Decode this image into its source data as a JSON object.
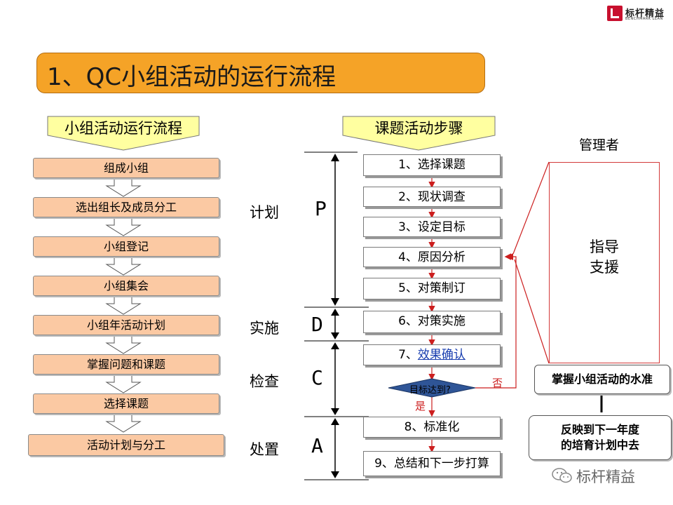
{
  "logo": {
    "name": "标杆精益",
    "sub": "BENCHMARK LEAN",
    "icon": "benchmark-logo-icon",
    "brand_color": "#c8102e"
  },
  "title": "1、QC小组活动的运行流程",
  "left_header": "小组活动运行流程",
  "right_header": "课题活动步骤",
  "left_flow": [
    "组成小组",
    "选出组长及成员分工",
    "小组登记",
    "小组集会",
    "小组年活动计划",
    "掌握问题和课题",
    "选择课题",
    "活动计划与分工"
  ],
  "steps": {
    "s1": "1、选择课题",
    "s2": "2、现状调查",
    "s3": "3、设定目标",
    "s4": "4、原因分析",
    "s5": "5、对策制订",
    "s6": "6、对策实施",
    "s7_prefix": "7、",
    "s7_link": "效果确认",
    "s8": "8、标准化",
    "s9": "9、总结和下一步打算"
  },
  "decision": {
    "label": "目标达到?",
    "yes": "是",
    "no": "否"
  },
  "phases": [
    {
      "label": "计划",
      "letter": "P"
    },
    {
      "label": "实施",
      "letter": "D"
    },
    {
      "label": "检查",
      "letter": "C"
    },
    {
      "label": "处置",
      "letter": "A"
    }
  ],
  "manager": {
    "title": "管理者",
    "line1": "指导",
    "line2": "支援"
  },
  "grasp": "掌握小组活动的水准",
  "reflect": {
    "line1": "反映到下一年度",
    "line2": "的培育计划中去"
  },
  "watermark": {
    "text": "标杆精益",
    "icon": "wechat-icon"
  },
  "colors": {
    "title_bar": "#f5a327",
    "pennant": "#ffffa0",
    "left_box": "#fbc9a3",
    "decision": "#2f5597",
    "arrow_red": "#cc1f1f"
  }
}
